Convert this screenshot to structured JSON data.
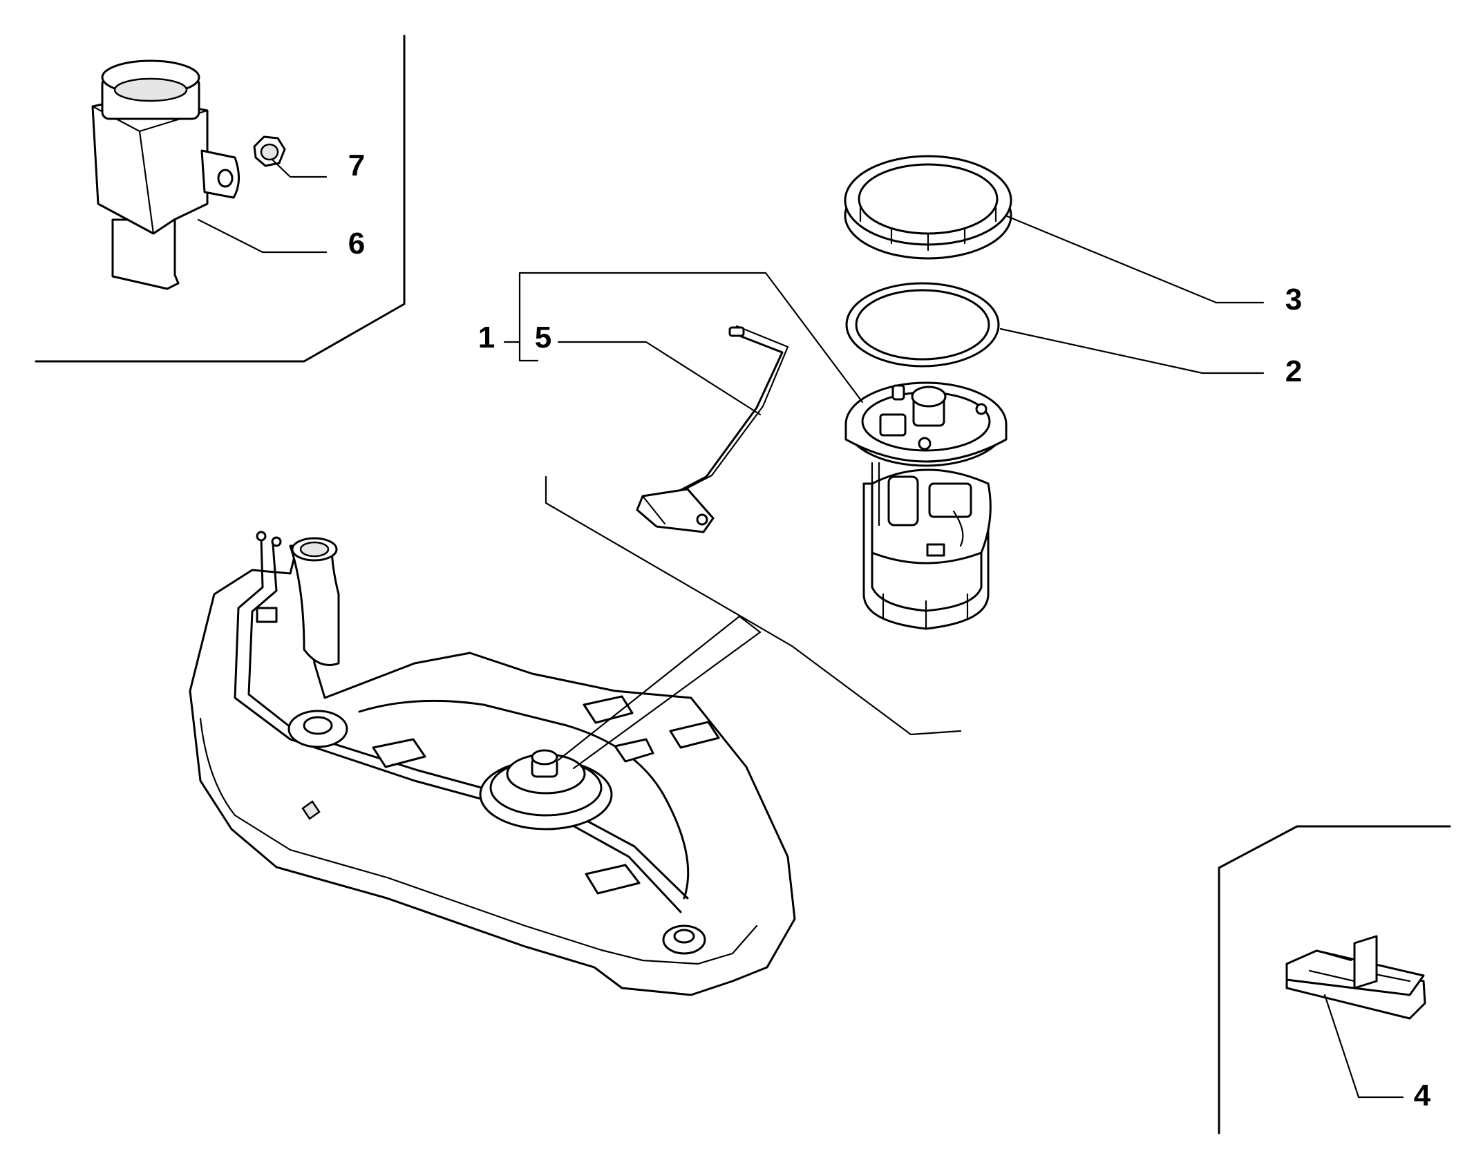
{
  "callouts": {
    "c1": "1",
    "c2": "2",
    "c3": "3",
    "c4": "4",
    "c5": "5",
    "c6": "6",
    "c7": "7"
  },
  "colors": {
    "ink": "#000000",
    "paper": "#ffffff",
    "shade": "#e6e6e6"
  },
  "parts": [
    "fuel-tank",
    "fuel-pump-module",
    "seal-ring",
    "lock-ring",
    "sender-float",
    "buffer-pad",
    "inertia-switch",
    "nut"
  ]
}
